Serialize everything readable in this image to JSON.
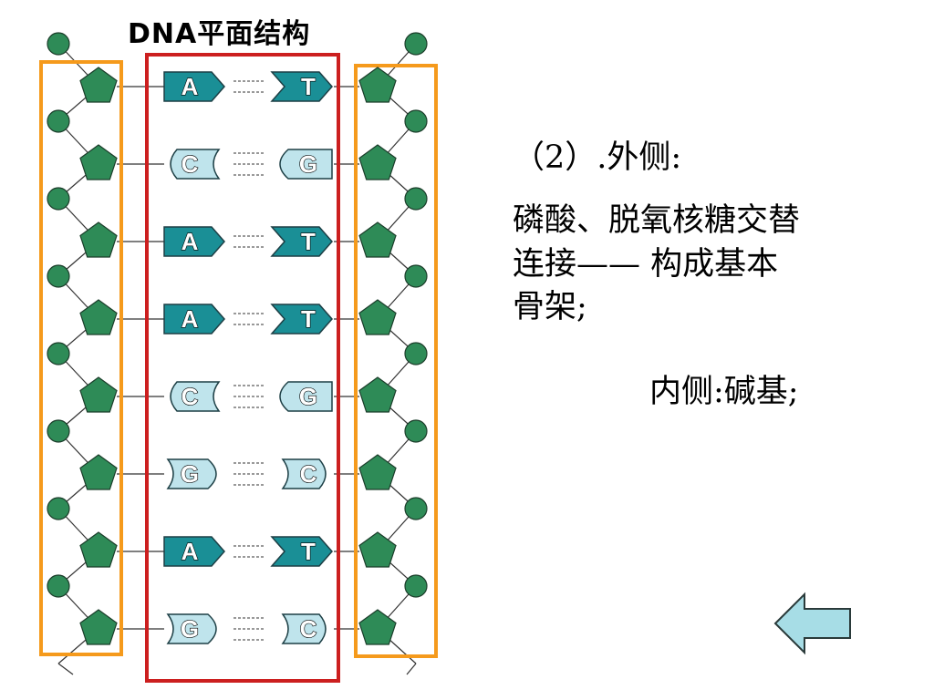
{
  "title": "DNA平面结构",
  "text": {
    "heading": "（2）.外侧:",
    "outer_line1": "磷酸、脱氧核糖交替",
    "outer_line2": "连接—— 构成基本",
    "outer_line3": "骨架;",
    "inner_line": "内侧:碱基;"
  },
  "pairs": [
    {
      "left": "A",
      "right": "T"
    },
    {
      "left": "C",
      "right": "G"
    },
    {
      "left": "A",
      "right": "T"
    },
    {
      "left": "A",
      "right": "T"
    },
    {
      "left": "C",
      "right": "G"
    },
    {
      "left": "G",
      "right": "C"
    },
    {
      "left": "A",
      "right": "T"
    },
    {
      "left": "G",
      "right": "C"
    }
  ],
  "icons": {
    "back": "back-arrow-icon"
  },
  "colors": {
    "phosphate": "#2e8b57",
    "sugar": "#2e8b57",
    "base_dark": "#1a8f96",
    "base_light": "#bfe4ec",
    "backbone_frame": "#f59a1c",
    "base_frame": "#cc1f1f",
    "back_arrow": "#a7dde6"
  }
}
